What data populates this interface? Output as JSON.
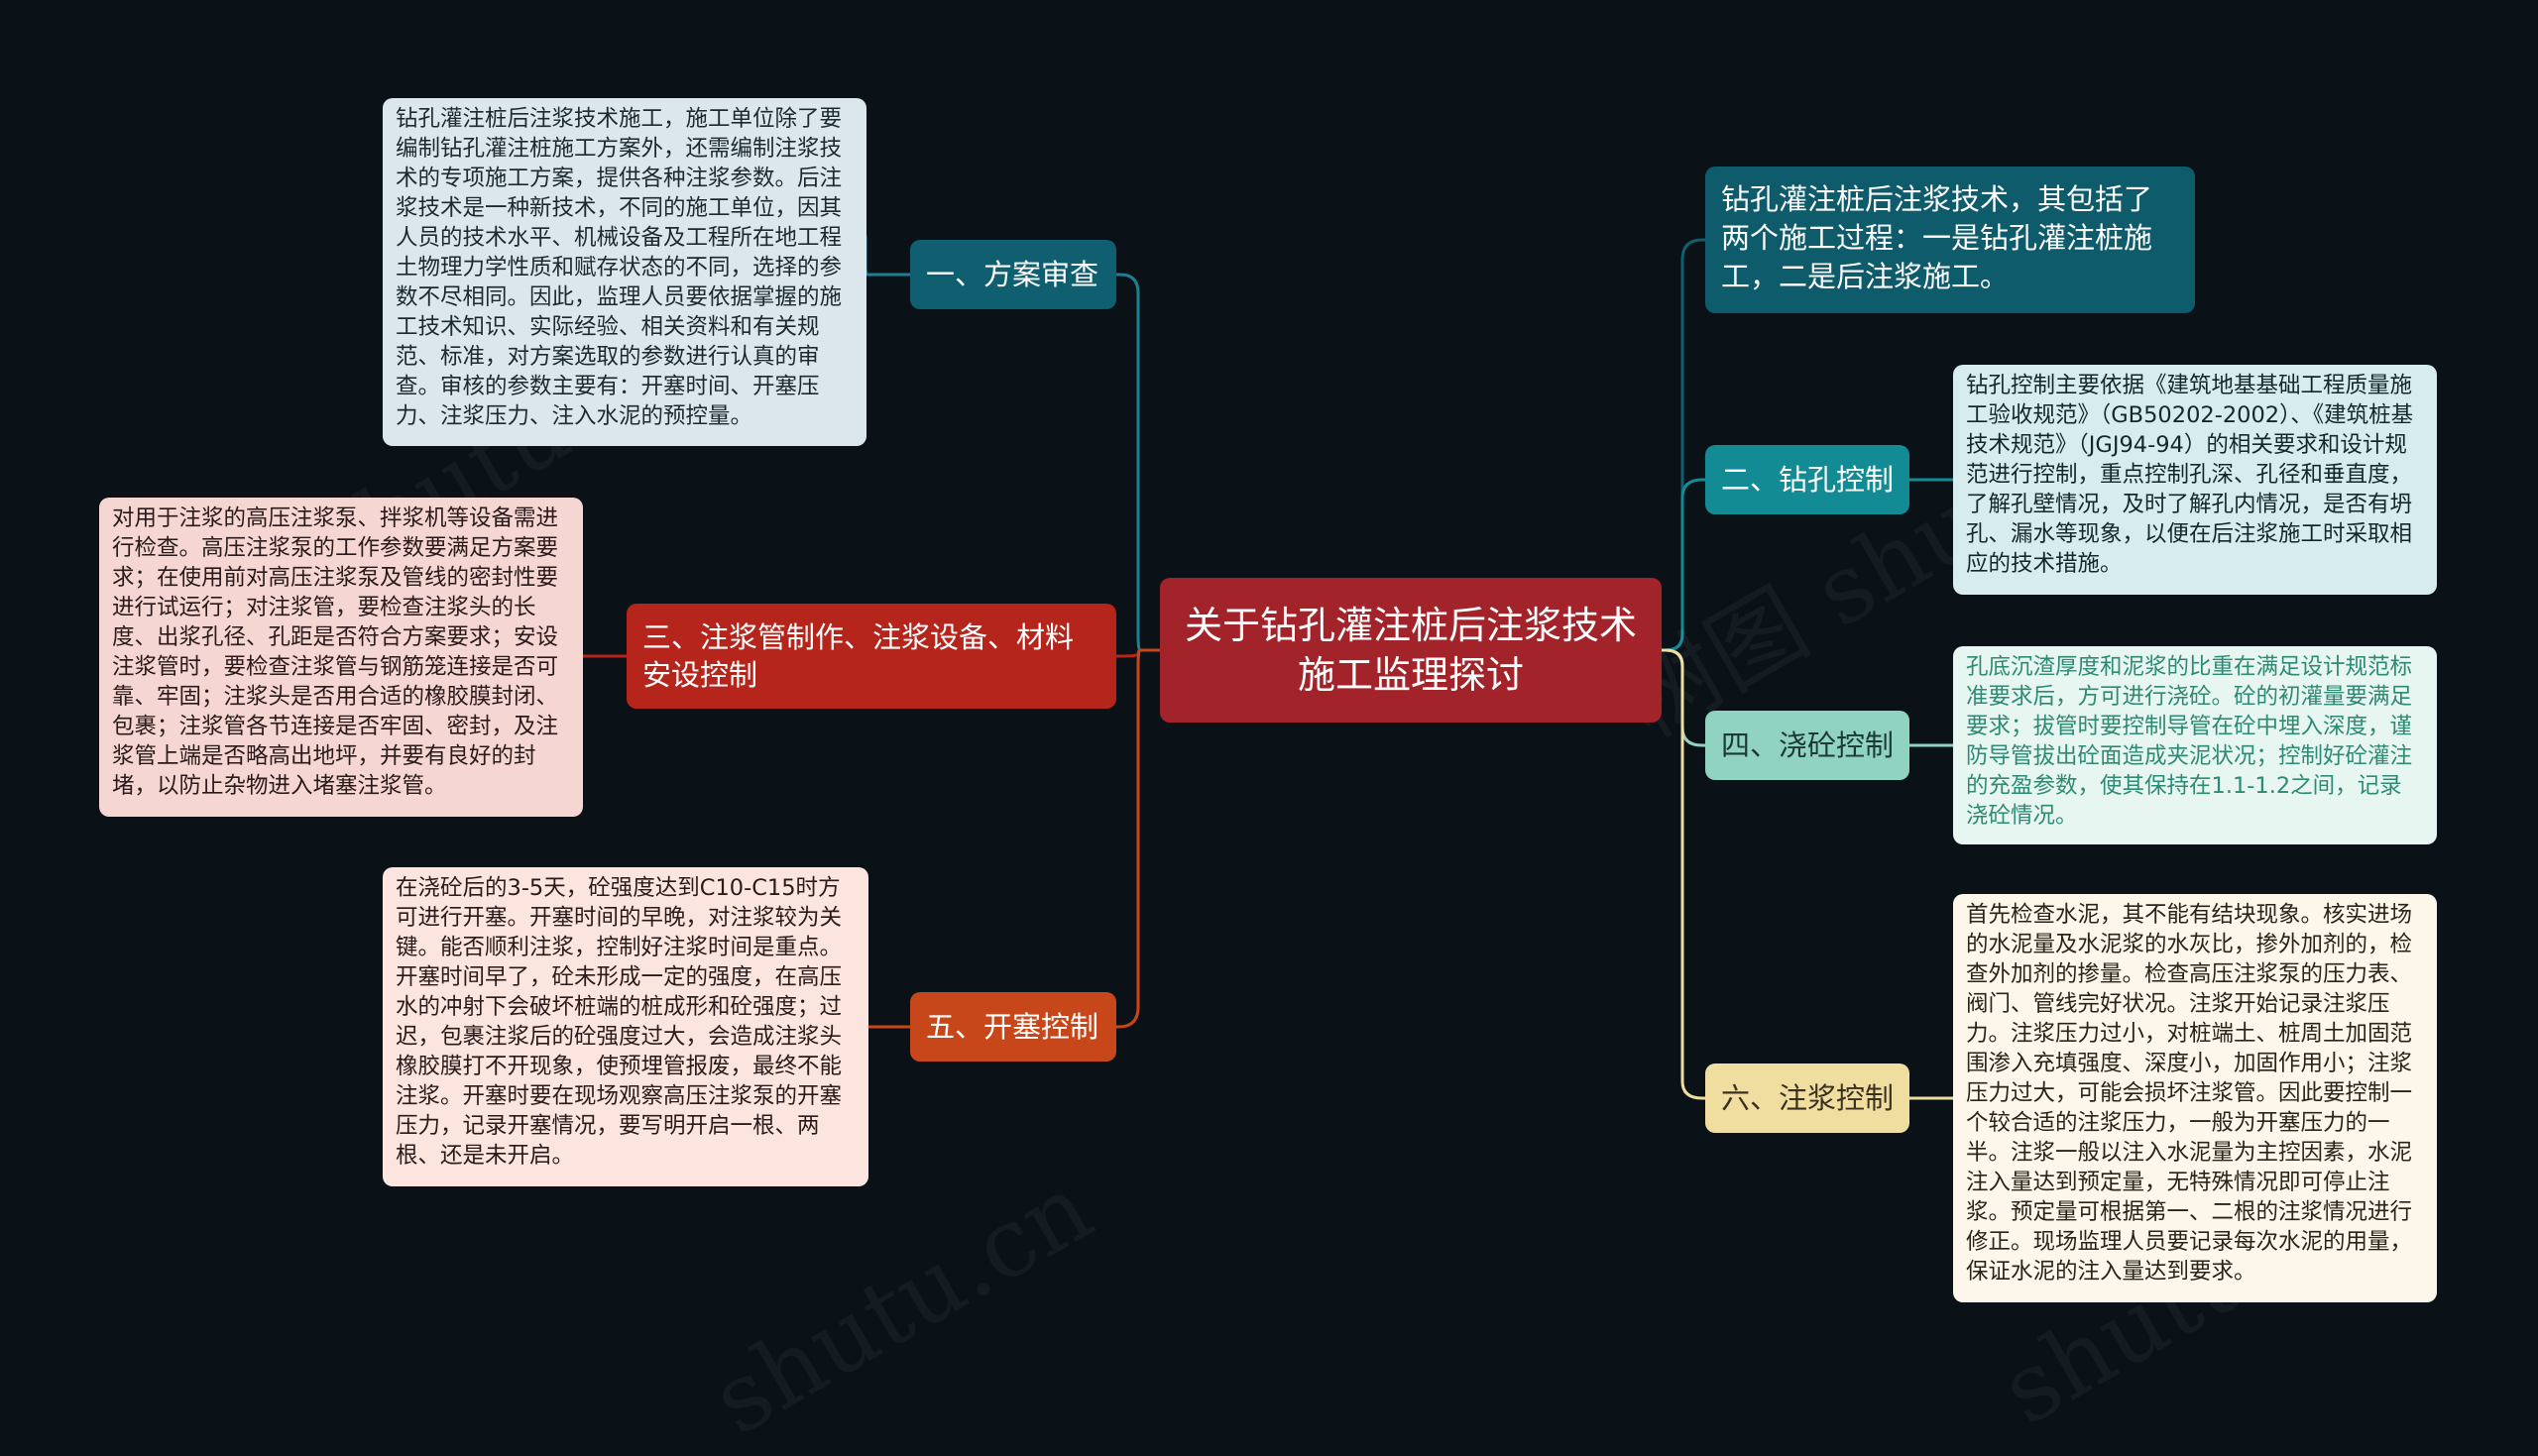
{
  "colors": {
    "background": "#0a1117",
    "center": "#a3232a",
    "branch_1": "#0f5f70",
    "branch_2": "#138b95",
    "branch_3": "#b5251c",
    "branch_4": "#8fd3c0",
    "branch_5": "#c8471a",
    "branch_6": "#f0dea0"
  },
  "center": {
    "title": "关于钻孔灌注桩后注浆技术施工监理探讨"
  },
  "intro": {
    "text": "钻孔灌注桩后注浆技术，其包括了两个施工过程：一是钻孔灌注桩施工，二是后注浆施工。"
  },
  "branches": {
    "b1": {
      "label": "一、方案审查",
      "text": "钻孔灌注桩后注浆技术施工，施工单位除了要编制钻孔灌注桩施工方案外，还需编制注浆技术的专项施工方案，提供各种注浆参数。后注浆技术是一种新技术，不同的施工单位，因其人员的技术水平、机械设备及工程所在地工程土物理力学性质和赋存状态的不同，选择的参数不尽相同。因此，监理人员要依据掌握的施工技术知识、实际经验、相关资料和有关规范、标准，对方案选取的参数进行认真的审查。审核的参数主要有：开塞时间、开塞压力、注浆压力、注入水泥的预控量。"
    },
    "b2": {
      "label": "二、钻孔控制",
      "text": "钻孔控制主要依据《建筑地基基础工程质量施工验收规范》（GB50202-2002）、《建筑桩基技术规范》（JGJ94-94）的相关要求和设计规范进行控制，重点控制孔深、孔径和垂直度，了解孔壁情况，及时了解孔内情况，是否有坍孔、漏水等现象，以便在后注浆施工时采取相应的技术措施。"
    },
    "b3": {
      "label": "三、注浆管制作、注浆设备、材料安设控制",
      "text": "对用于注浆的高压注浆泵、拌浆机等设备需进行检查。高压注浆泵的工作参数要满足方案要求；在使用前对高压注浆泵及管线的密封性要进行试运行；对注浆管，要检查注浆头的长度、出浆孔径、孔距是否符合方案要求；安设注浆管时，要检查注浆管与钢筋笼连接是否可靠、牢固；注浆头是否用合适的橡胶膜封闭、包裹；注浆管各节连接是否牢固、密封，及注浆管上端是否略高出地坪，并要有良好的封堵，以防止杂物进入堵塞注浆管。"
    },
    "b4": {
      "label": "四、浇砼控制",
      "text": "孔底沉渣厚度和泥浆的比重在满足设计规范标准要求后，方可进行浇砼。砼的初灌量要满足要求；拔管时要控制导管在砼中埋入深度，谨防导管拔出砼面造成夹泥状况；控制好砼灌注的充盈参数，使其保持在1.1-1.2之间，记录浇砼情况。"
    },
    "b5": {
      "label": "五、开塞控制",
      "text": "在浇砼后的3-5天，砼强度达到C10-C15时方可进行开塞。开塞时间的早晚，对注浆较为关键。能否顺利注浆，控制好注浆时间是重点。开塞时间早了，砼未形成一定的强度，在高压水的冲射下会破坏桩端的桩成形和砼强度；过迟，包裹注浆后的砼强度过大，会造成注浆头橡胶膜打不开现象，使预埋管报废，最终不能注浆。开塞时要在现场观察高压注浆泵的开塞压力，记录开塞情况，要写明开启一根、两根、还是未开启。"
    },
    "b6": {
      "label": "六、注浆控制",
      "text": "首先检查水泥，其不能有结块现象。核实进场的水泥量及水泥浆的水灰比，掺外加剂的，检查外加剂的掺量。检查高压注浆泵的压力表、阀门、管线完好状况。注浆开始记录注浆压力。注浆压力过小，对桩端土、桩周土加固范围渗入充填强度、深度小，加固作用小；注浆压力过大，可能会损坏注浆管。因此要控制一个较合适的注浆压力，一般为开塞压力的一半。注浆一般以注入水泥量为主控因素，水泥注入量达到预定量，无特殊情况即可停止注浆。预定量可根据第一、二根的注浆情况进行修正。现场监理人员要记录每次水泥的用量，保证水泥的注入量达到要求。"
    }
  }
}
